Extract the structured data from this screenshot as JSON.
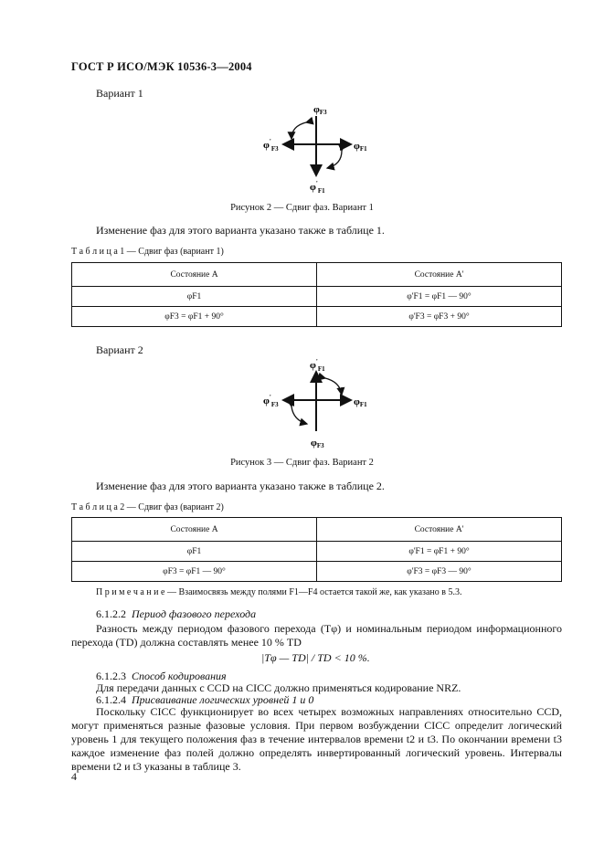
{
  "header": "ГОСТ Р ИСО/МЭК 10536-3—2004",
  "variant1": {
    "label": "Вариант 1",
    "diagram": {
      "top": "φ",
      "top_sub": "F3",
      "left": "φ",
      "left_sup": "'",
      "left_sub": "F3",
      "right": "φ",
      "right_sub": "F1",
      "bottom": "φ",
      "bottom_sup": "'",
      "bottom_sub": "F1"
    },
    "caption": "Рисунок 2 — Сдвиг фаз. Вариант 1",
    "text": "Изменение фаз для этого варианта указано также в таблице 1.",
    "table_title_prefix": "Т а б л и ц а",
    "table_title_rest": " 1 — Сдвиг фаз (вариант 1)",
    "table": {
      "headers": [
        "Состояние А",
        "Состояние А'"
      ],
      "rows": [
        [
          "φF1",
          "φ'F1 = φF1 — 90°"
        ],
        [
          "φF3 = φF1 + 90°",
          "φ'F3 = φF3 + 90°"
        ]
      ]
    }
  },
  "variant2": {
    "label": "Вариант 2",
    "diagram": {
      "top": "φ",
      "top_sup": "'",
      "top_sub": "F1",
      "left": "φ",
      "left_sup": "'",
      "left_sub": "F3",
      "right": "φ",
      "right_sub": "F1",
      "bottom": "φ",
      "bottom_sub": "F3"
    },
    "caption": "Рисунок 3 — Сдвиг фаз. Вариант 2",
    "text": "Изменение фаз для этого варианта указано также в таблице 2.",
    "table_title_prefix": "Т а б л и ц а",
    "table_title_rest": " 2 — Сдвиг фаз (вариант 2)",
    "table": {
      "headers": [
        "Состояние А",
        "Состояние А'"
      ],
      "rows": [
        [
          "φF1",
          "φ'F1 = φF1 + 90°"
        ],
        [
          "φF3 = φF1 — 90°",
          "φ'F3 = φF3 — 90°"
        ]
      ]
    }
  },
  "note_prefix": "П р и м е ч а н и е",
  "note_rest": " — Взаимосвязь между полями F1—F4 остается такой же, как указано в 5.3.",
  "s6122": {
    "num": "6.1.2.2",
    "title": "Период фазового перехода",
    "text": "Разность между периодом фазового перехода (Tφ) и номинальным периодом информационного перехода (TD) должна составлять менее 10 % TD",
    "formula": "|Tφ — TD| / TD < 10 %."
  },
  "s6123": {
    "num": "6.1.2.3",
    "title": "Способ кодирования",
    "text": "Для передачи данных с CCD на CICC должно применяться кодирование NRZ."
  },
  "s6124": {
    "num": "6.1.2.4",
    "title": "Присваивание логических уровней 1 и 0",
    "text": "Поскольку CICC функционирует во всех четырех возможных направлениях относительно CCD, могут применяться разные фазовые условия. При первом возбуждении CICC определит логический уровень 1 для текущего положения фаз в течение интервалов времени t2 и t3. По окончании времени t3 каждое изменение фаз полей должно определять инвертированный логический уровень. Интервалы времени t2 и t3 указаны в таблице 3."
  },
  "page_number": "4"
}
